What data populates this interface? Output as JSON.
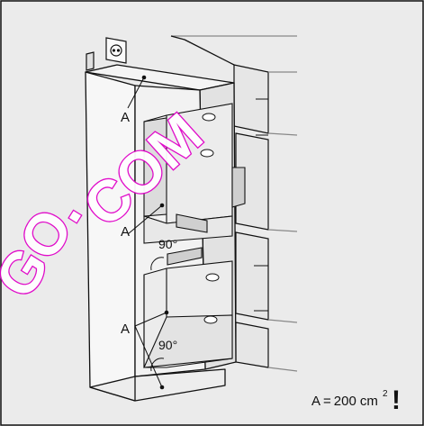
{
  "labels": {
    "a_top": "A",
    "a_middle": "A",
    "a_bottom": "A",
    "angle_upper": "90°",
    "angle_lower": "90°"
  },
  "formula": {
    "lhs": "A",
    "equals": "=",
    "value": "200",
    "unit": "cm",
    "exponent": "2",
    "warning": "!"
  },
  "watermark": {
    "part1": "GO.",
    "part2": "COM"
  },
  "colors": {
    "background": "#ebebeb",
    "line": "#111111",
    "shade": "#d9d9d9",
    "watermark": "#e000c8"
  }
}
